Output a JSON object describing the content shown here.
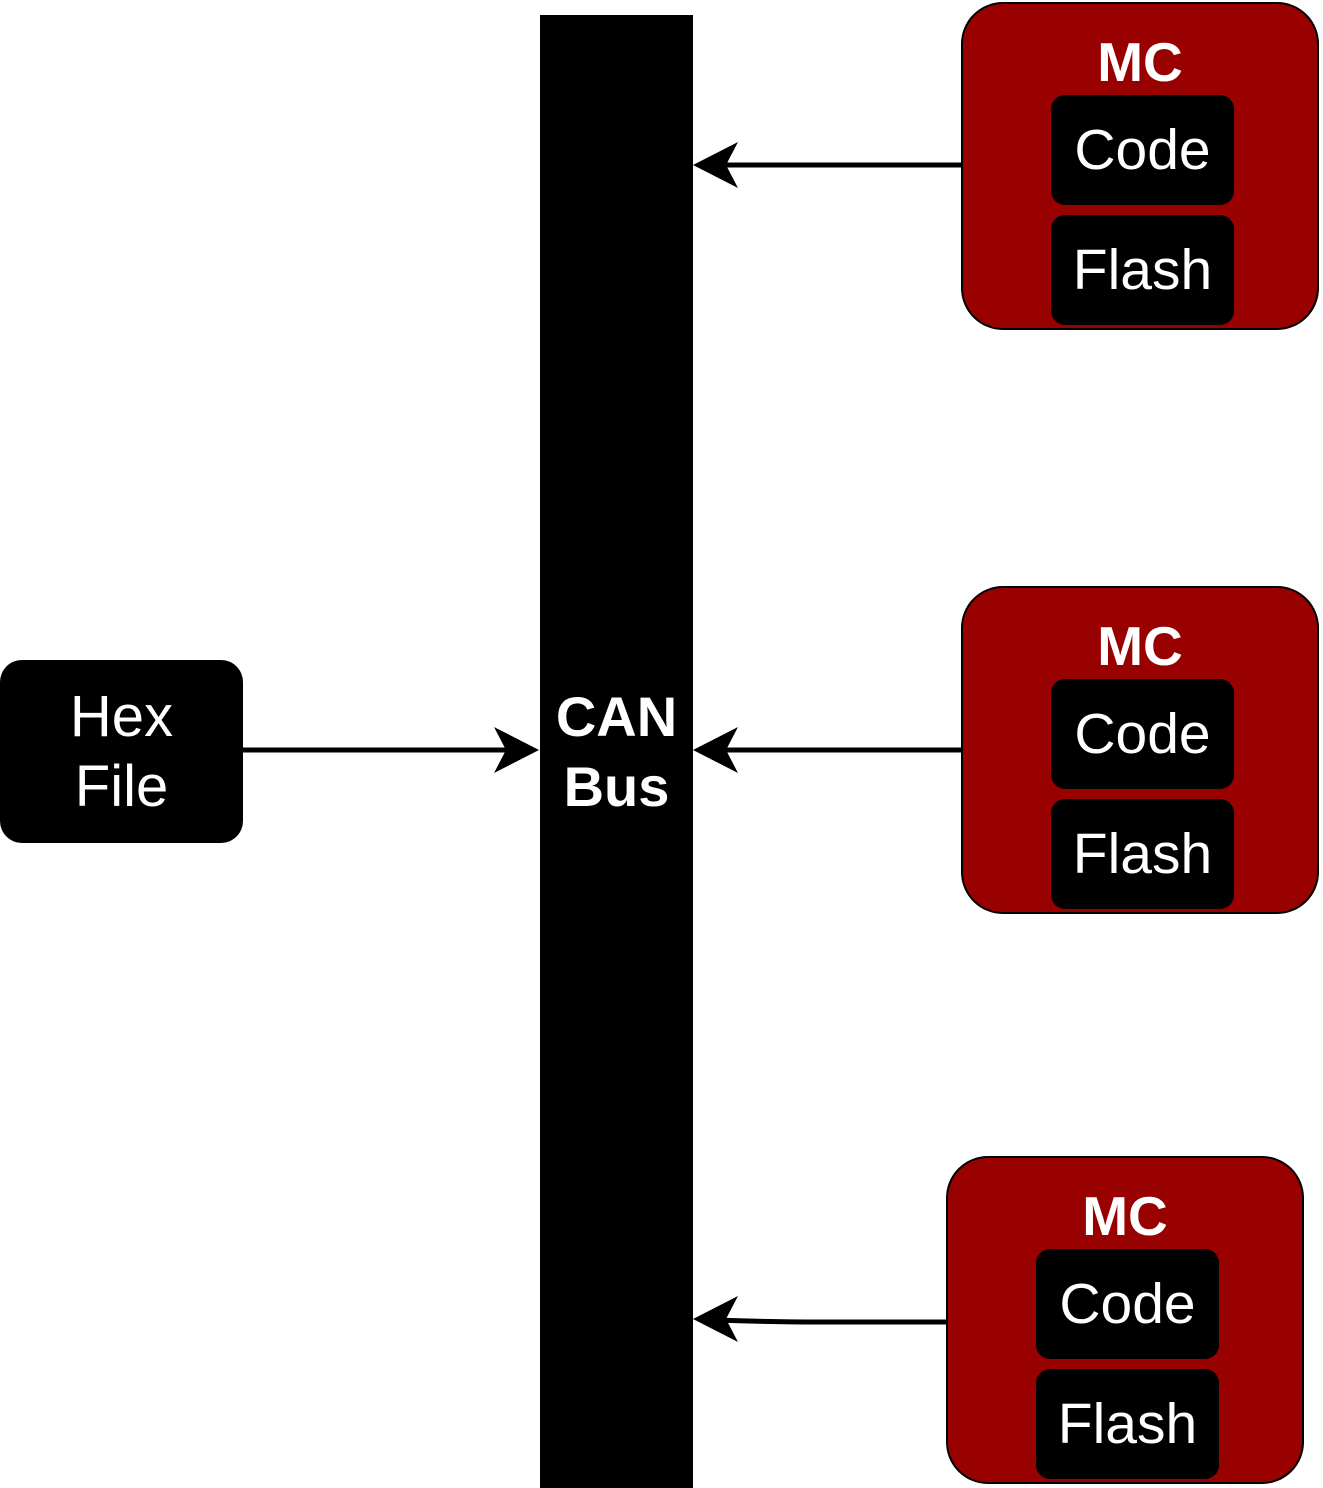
{
  "hex_file": {
    "line1": "Hex",
    "line2": "File"
  },
  "can_bus": {
    "line1": "CAN",
    "line2": "Bus"
  },
  "microcontrollers": [
    {
      "title": "MC",
      "code": "Code",
      "flash": "Flash"
    },
    {
      "title": "MC",
      "code": "Code",
      "flash": "Flash"
    },
    {
      "title": "MC",
      "code": "Code",
      "flash": "Flash"
    }
  ],
  "colors": {
    "mc_fill": "#990000",
    "block_fill": "#000000",
    "text": "#ffffff",
    "arrow": "#000000"
  }
}
